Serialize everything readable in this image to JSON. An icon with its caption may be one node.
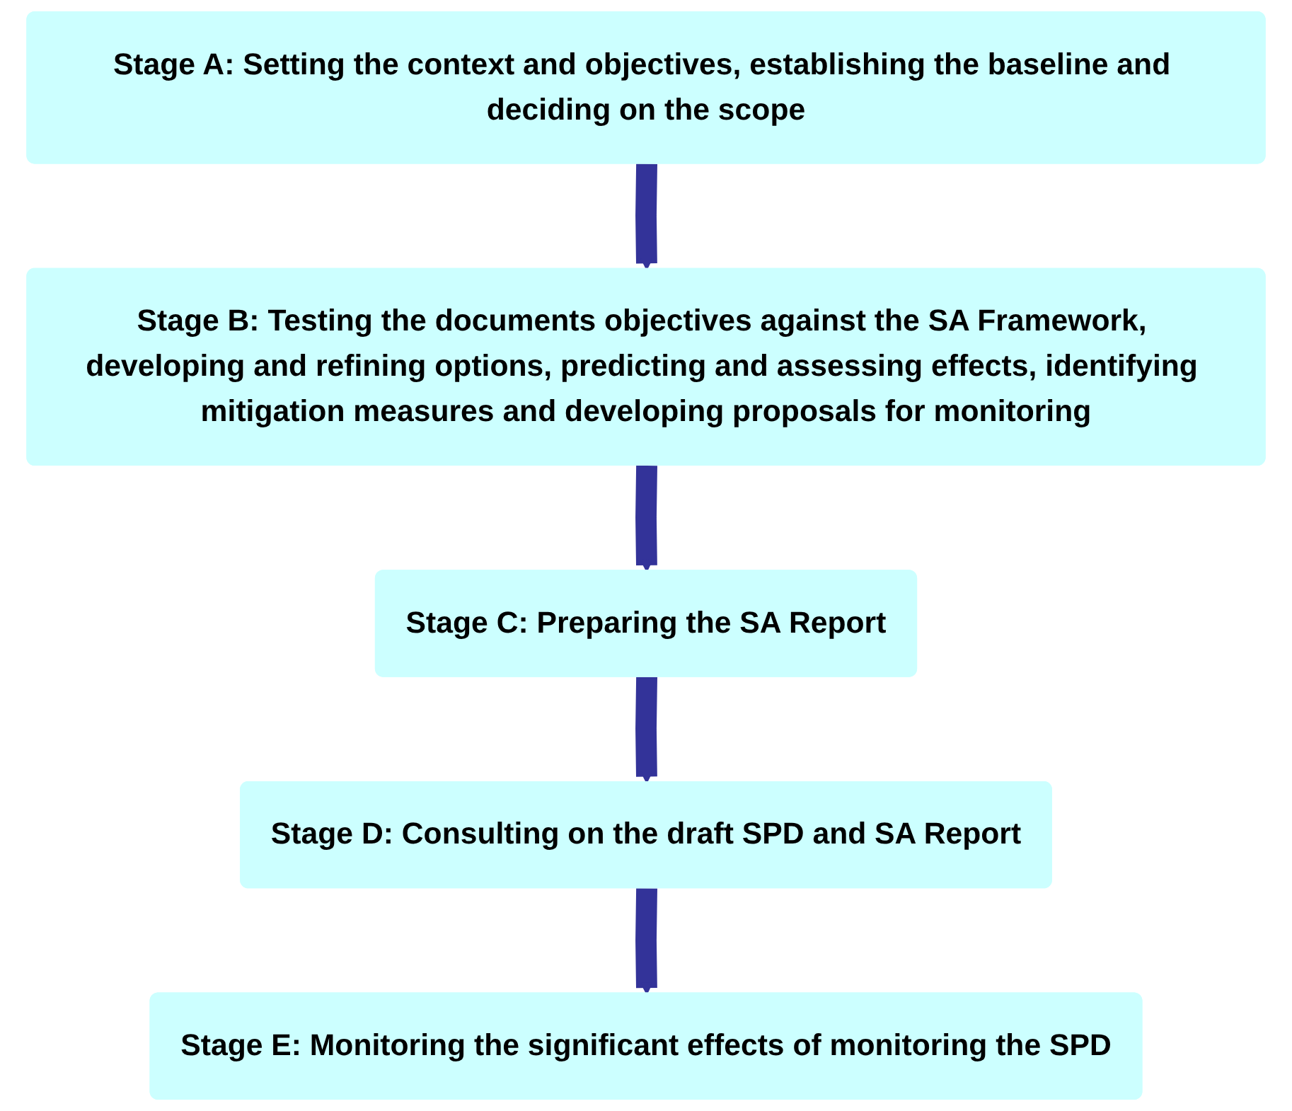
{
  "diagram": {
    "nodes": [
      {
        "text": [
          "Stage A: Setting the context and objectives, establishing the baseline and deciding on the scope"
        ]
      },
      {
        "text": [
          "Stage B: Testing the documents objectives against the SA Framework, developing and refining options, predicting and assessing effects, identifying mitigation measures and developing proposals for monitoring"
        ]
      },
      {
        "text": [
          "Stage C: Preparing the SA Report"
        ]
      },
      {
        "text": [
          "Stage D: Consulting on the draft SPD and SA Report"
        ]
      },
      {
        "text": [
          "Stage E: Monitoring the significant effects of monitoring the SPD"
        ]
      }
    ],
    "edges": [
      {
        "from": 0,
        "to": 1,
        "arrow": "to"
      },
      {
        "from": 1,
        "to": 2,
        "arrow": "to"
      },
      {
        "from": 2,
        "to": 3,
        "arrow": "to"
      },
      {
        "from": 3,
        "to": 4,
        "arrow": "to"
      }
    ]
  }
}
